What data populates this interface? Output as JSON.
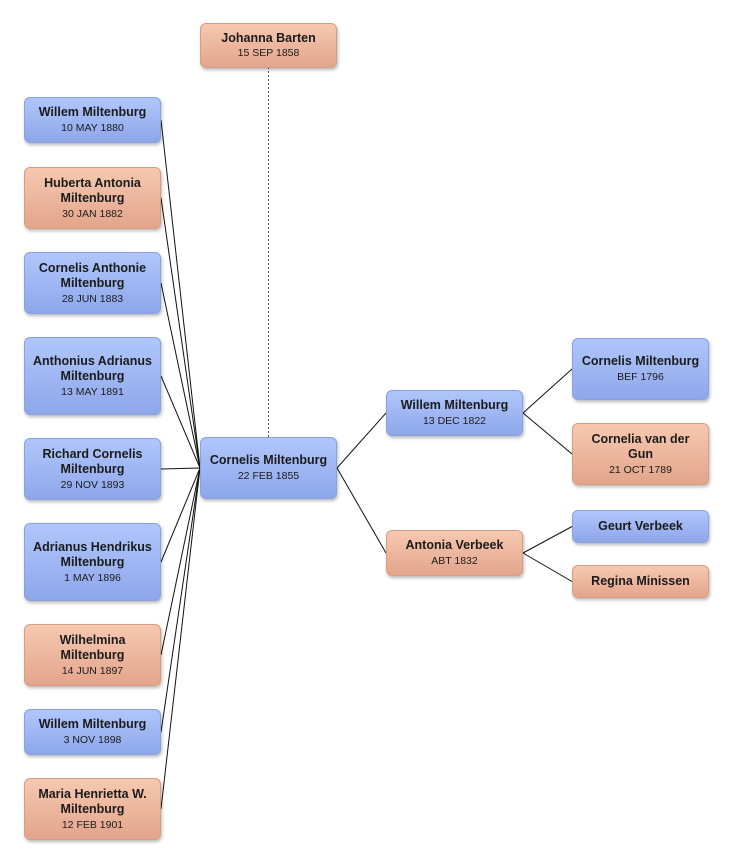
{
  "nodes": [
    {
      "id": "spouse",
      "sex": "female",
      "name": "Johanna Barten",
      "date": "15 SEP 1858"
    },
    {
      "id": "c1",
      "sex": "male",
      "name": "Willem Miltenburg",
      "date": "10 MAY 1880"
    },
    {
      "id": "c2",
      "sex": "female",
      "name": "Huberta Antonia Miltenburg",
      "date": "30 JAN 1882"
    },
    {
      "id": "c3",
      "sex": "male",
      "name": "Cornelis Anthonie Miltenburg",
      "date": "28 JUN 1883"
    },
    {
      "id": "c4",
      "sex": "male",
      "name": "Anthonius Adrianus Miltenburg",
      "date": "13 MAY 1891"
    },
    {
      "id": "c5",
      "sex": "male",
      "name": "Richard Cornelis Miltenburg",
      "date": "29 NOV 1893"
    },
    {
      "id": "c6",
      "sex": "male",
      "name": "Adrianus Hendrikus Miltenburg",
      "date": "1 MAY 1896"
    },
    {
      "id": "c7",
      "sex": "female",
      "name": "Wilhelmina Miltenburg",
      "date": "14 JUN 1897"
    },
    {
      "id": "c8",
      "sex": "male",
      "name": "Willem Miltenburg",
      "date": "3 NOV 1898"
    },
    {
      "id": "c9",
      "sex": "female",
      "name": "Maria Henrietta W. Miltenburg",
      "date": "12 FEB 1901"
    },
    {
      "id": "focus",
      "sex": "male",
      "name": "Cornelis Miltenburg",
      "date": "22 FEB 1855"
    },
    {
      "id": "father",
      "sex": "male",
      "name": "Willem Miltenburg",
      "date": "13 DEC 1822"
    },
    {
      "id": "mother",
      "sex": "female",
      "name": "Antonia Verbeek",
      "date": "ABT 1832"
    },
    {
      "id": "pgf",
      "sex": "male",
      "name": "Cornelis Miltenburg",
      "date": "BEF 1796"
    },
    {
      "id": "pgm",
      "sex": "female",
      "name": "Cornelia van der Gun",
      "date": "21 OCT 1789"
    },
    {
      "id": "mgf",
      "sex": "male",
      "name": "Geurt Verbeek",
      "date": ""
    },
    {
      "id": "mgm",
      "sex": "female",
      "name": "Regina Minissen",
      "date": ""
    }
  ],
  "links": [
    {
      "from": "focus",
      "to": "spouse",
      "style": "dotted"
    },
    {
      "from": "focus",
      "to": "c1",
      "style": "solid"
    },
    {
      "from": "focus",
      "to": "c2",
      "style": "solid"
    },
    {
      "from": "focus",
      "to": "c3",
      "style": "solid"
    },
    {
      "from": "focus",
      "to": "c4",
      "style": "solid"
    },
    {
      "from": "focus",
      "to": "c5",
      "style": "solid"
    },
    {
      "from": "focus",
      "to": "c6",
      "style": "solid"
    },
    {
      "from": "focus",
      "to": "c7",
      "style": "solid"
    },
    {
      "from": "focus",
      "to": "c8",
      "style": "solid"
    },
    {
      "from": "focus",
      "to": "c9",
      "style": "solid"
    },
    {
      "from": "focus",
      "to": "father",
      "style": "solid"
    },
    {
      "from": "focus",
      "to": "mother",
      "style": "solid"
    },
    {
      "from": "father",
      "to": "pgf",
      "style": "solid"
    },
    {
      "from": "father",
      "to": "pgm",
      "style": "solid"
    },
    {
      "from": "mother",
      "to": "mgf",
      "style": "solid"
    },
    {
      "from": "mother",
      "to": "mgm",
      "style": "solid"
    }
  ]
}
